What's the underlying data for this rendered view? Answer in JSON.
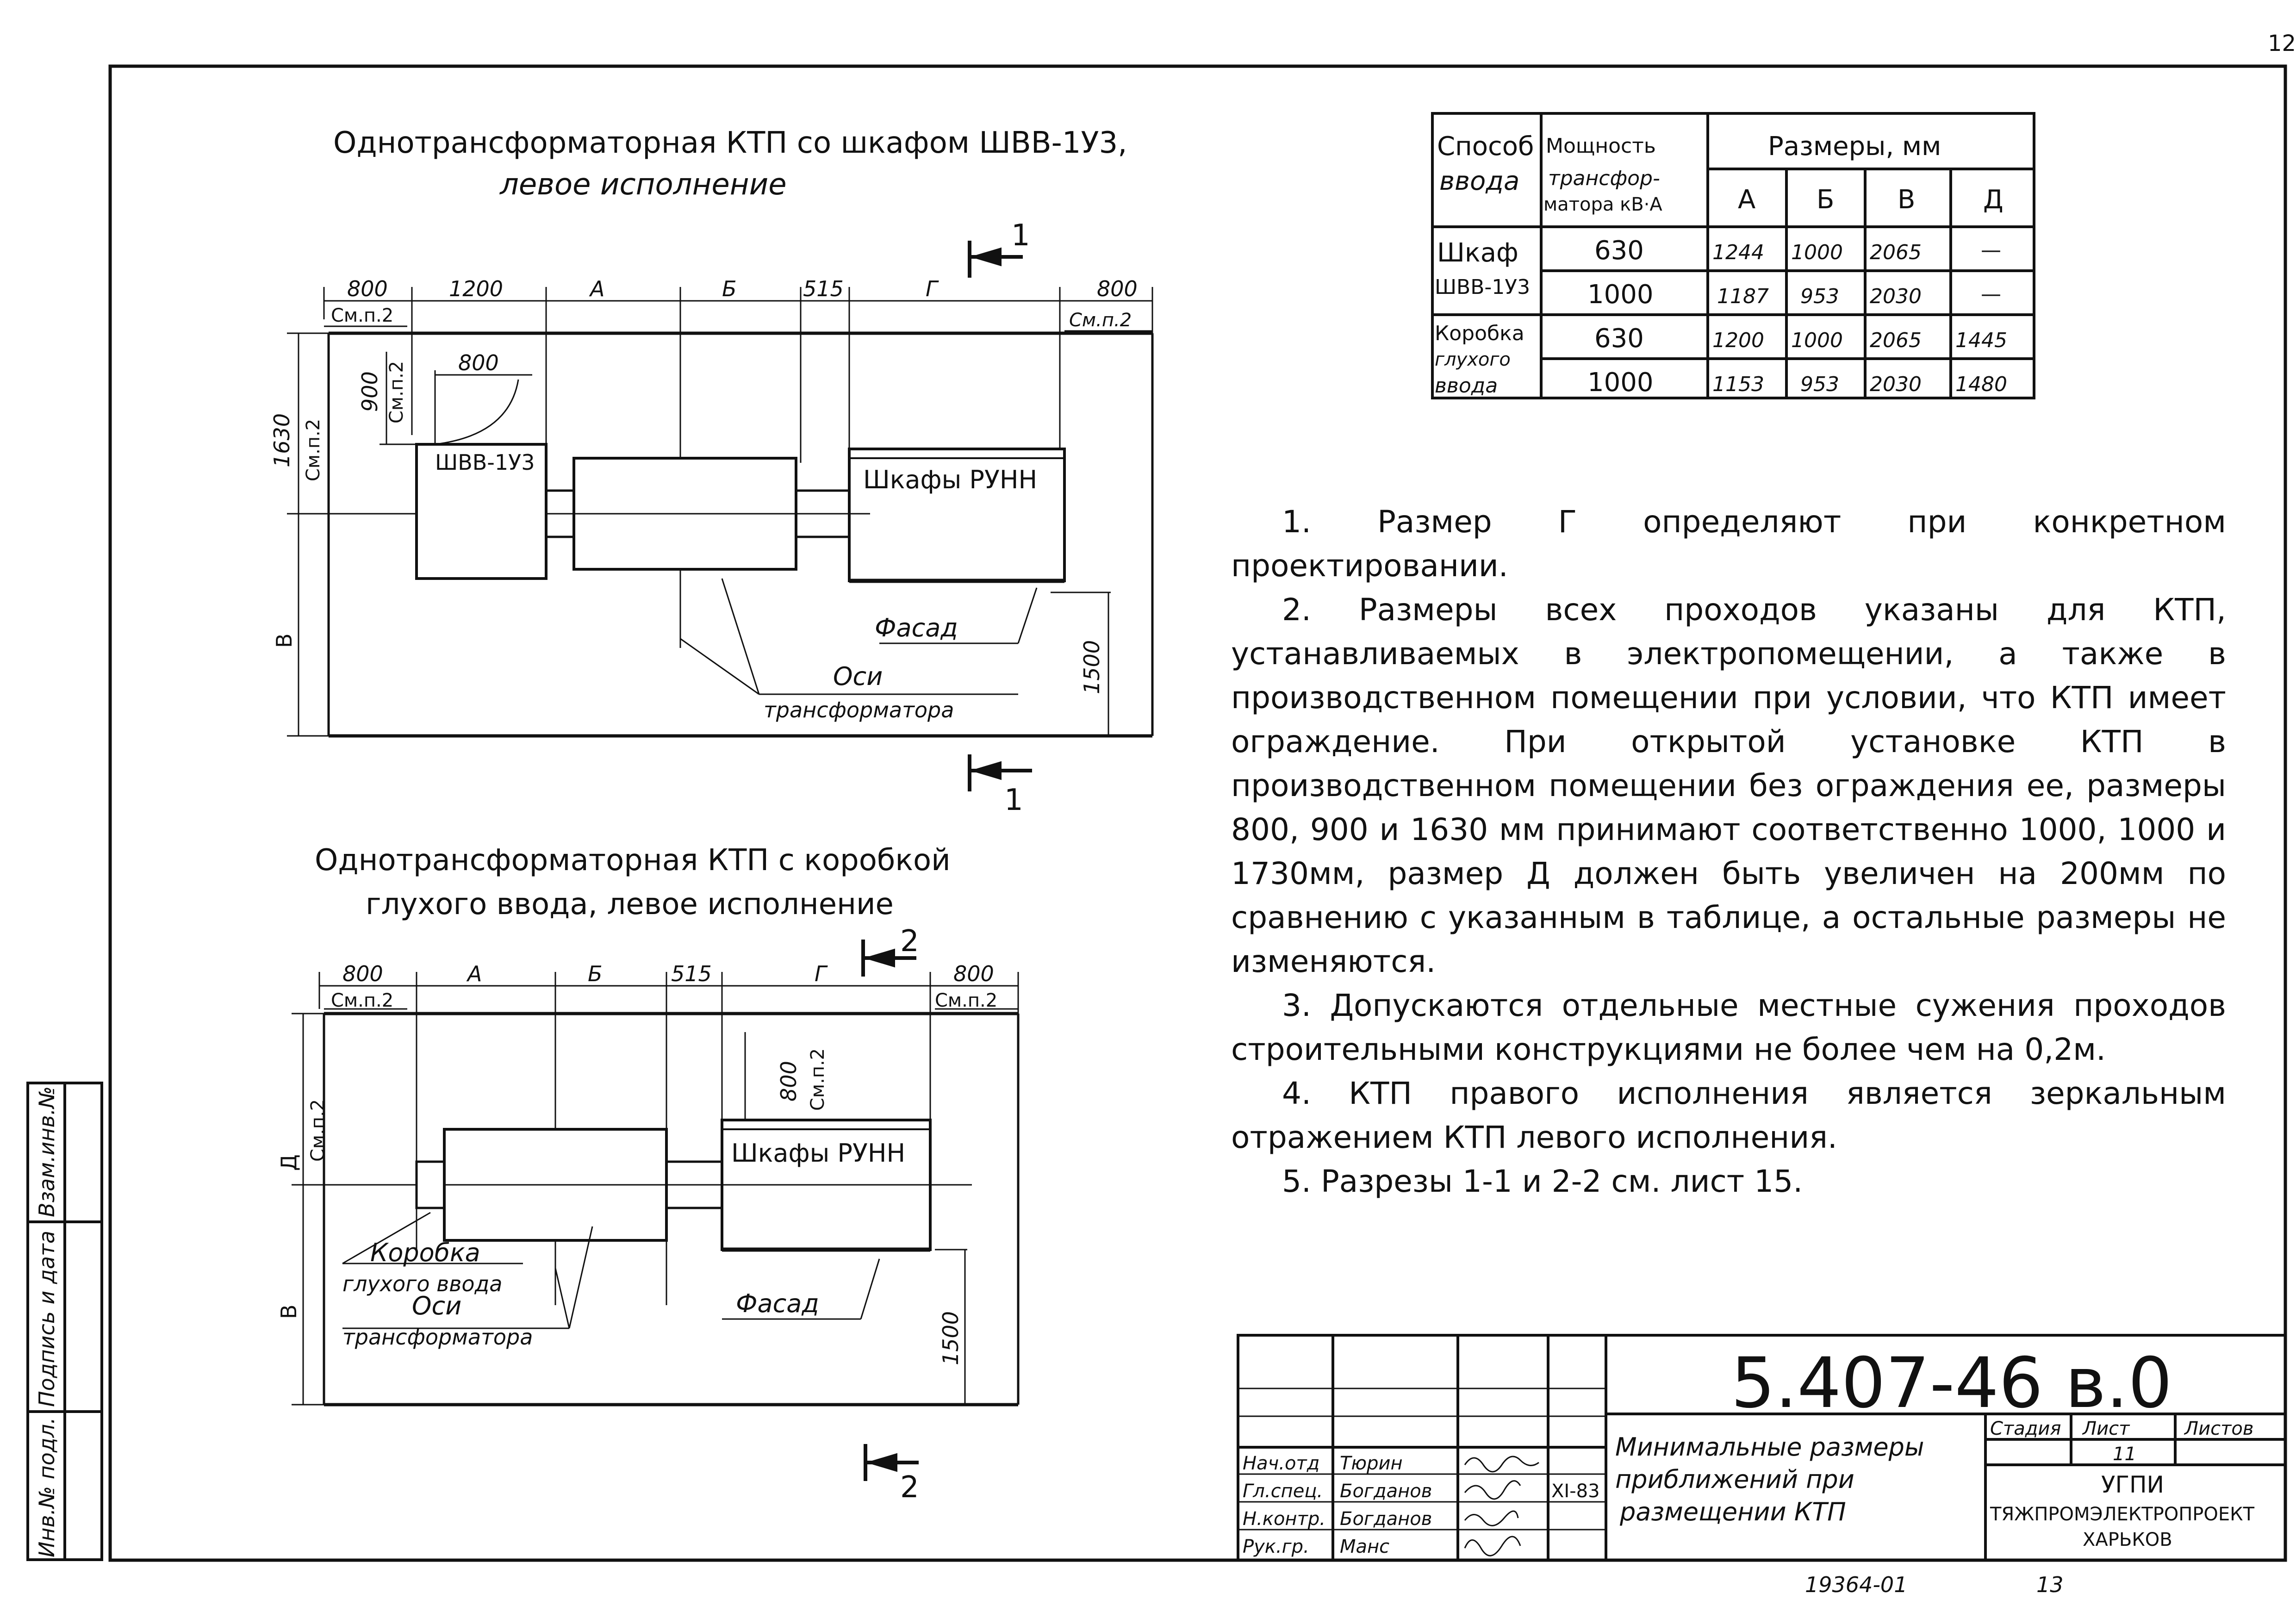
{
  "page_number": "12",
  "plan1": {
    "title_line1": "Однотрансформаторная КТП со шкафом ШВВ-1У3,",
    "title_line2": "левое исполнение",
    "section_mark": "1",
    "dims_top": [
      "800",
      "1200",
      "А",
      "Б",
      "515",
      "Г",
      "800"
    ],
    "sm_p2": "См.п.2",
    "dim_800_inner": "800",
    "dim_900": "900",
    "dim_1630": "1630",
    "dim_v": "В",
    "dim_1500": "1500",
    "cabinet_label": "ШВВ-1У3",
    "rack_label": "Шкафы РУНН",
    "facade_label": "Фасад",
    "axes_line1": "Оси",
    "axes_line2": "трансформатора"
  },
  "plan2": {
    "title_line1": "Однотрансформаторная КТП с коробкой",
    "title_line2": "глухого ввода, левое исполнение",
    "section_mark": "2",
    "dims_top": [
      "800",
      "А",
      "Б",
      "515",
      "Г",
      "800"
    ],
    "sm_p2": "См.п.2",
    "dim_800": "800",
    "dim_d": "Д",
    "dim_v": "В",
    "dim_1500": "1500",
    "rack_label": "Шкафы РУНН",
    "box_line1": "Коробка",
    "box_line2": "глухого ввода",
    "axes_line1": "Оси",
    "axes_line2": "трансформатора",
    "facade_label": "Фасад"
  },
  "table": {
    "h_method_1": "Способ",
    "h_method_2": "ввода",
    "h_power_1": "Мощность",
    "h_power_2": "трансфор-",
    "h_power_3": "матора кВ·А",
    "h_sizes": "Размеры, мм",
    "cols": [
      "А",
      "Б",
      "В",
      "Д"
    ],
    "group1_1": "Шкаф",
    "group1_2": "ШВВ-1У3",
    "group2_1": "Коробка",
    "group2_2": "глухого",
    "group2_3": "ввода",
    "rows": [
      [
        "630",
        "1244",
        "1000",
        "2065",
        "—"
      ],
      [
        "1000",
        "1187",
        "953",
        "2030",
        "—"
      ],
      [
        "630",
        "1200",
        "1000",
        "2065",
        "1445"
      ],
      [
        "1000",
        "1153",
        "953",
        "2030",
        "1480"
      ]
    ]
  },
  "notes": [
    "1. Размер Г определяют при конкретном проектировании.",
    "2. Размеры всех проходов указаны для КТП, устанавливаемых в электропомещении, а также в производственном помещении при условии, что КТП имеет ограждение. При открытой установке КТП в производственном помещении без ограждения ее, размеры 800, 900 и 1630 мм принимают соответственно 1000, 1000 и 1730мм, размер Д должен быть увеличен на 200мм по сравнению с указанным в таблице, а остальные размеры не изменяются.",
    "3. Допускаются отдельные местные сужения проходов строительными конструкциями не более чем на 0,2м.",
    "4. КТП правого исполнения является зеркальным отражением КТП левого исполнения.",
    "5. Разрезы 1-1 и 2-2 см. лист 15."
  ],
  "side_stamp": [
    "Инв.№ подл.",
    "Подпись и дата",
    "Взам.инв.№"
  ],
  "title_block": {
    "code": "5.407-46 в.0",
    "title_line1": "Минимальные размеры",
    "title_line2": "приближений при",
    "title_line3": "размещении КТП",
    "stage": "Стадия",
    "sheet": "Лист",
    "sheets": "Листов",
    "sheet_no": "11",
    "org1": "УГПИ",
    "org2": "ТЯЖПРОМЭЛЕКТРОПРОЕКТ",
    "org3": "ХАРЬКОВ",
    "date": "XI-83",
    "roles": [
      "Нач.отд",
      "Гл.спец.",
      "Н.контр.",
      "Рук.гр."
    ],
    "names": [
      "Тюрин",
      "Богданов",
      "Богданов",
      "Манс"
    ]
  },
  "footer_number": "19364-01",
  "footer_page": "13"
}
